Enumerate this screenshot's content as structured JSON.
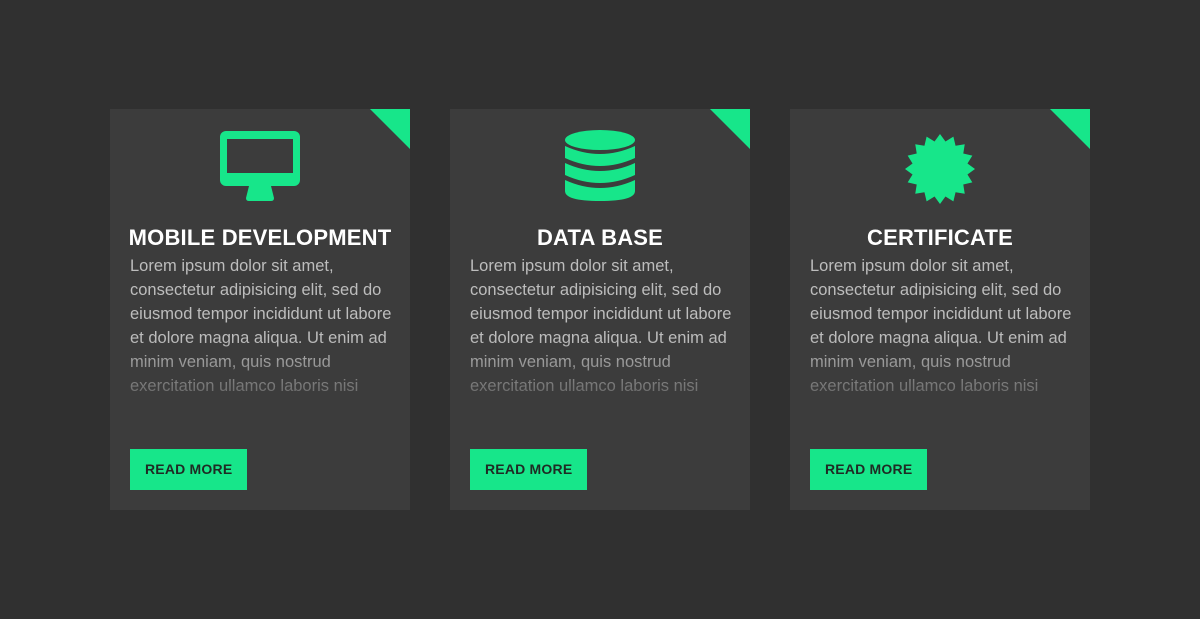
{
  "colors": {
    "background": "#303030",
    "card": "#3c3c3c",
    "accent": "#17e68a",
    "title": "#ffffff",
    "text": "#bdbdbd",
    "button_text": "#1f2b24"
  },
  "cards": [
    {
      "icon": "monitor-icon",
      "title": "MOBILE DEVELOPMENT",
      "description": "Lorem ipsum dolor sit amet, consectetur adipisicing elit, sed do eiusmod tempor incididunt ut labore et dolore magna aliqua. Ut enim ad minim veniam, quis nostrud exercitation ullamco laboris nisi",
      "button_label": "READ MORE"
    },
    {
      "icon": "database-icon",
      "title": "DATA BASE",
      "description": "Lorem ipsum dolor sit amet, consectetur adipisicing elit, sed do eiusmod tempor incididunt ut labore et dolore magna aliqua. Ut enim ad minim veniam, quis nostrud exercitation ullamco laboris nisi",
      "button_label": "READ MORE"
    },
    {
      "icon": "certificate-icon",
      "title": "CERTIFICATE",
      "description": "Lorem ipsum dolor sit amet, consectetur adipisicing elit, sed do eiusmod tempor incididunt ut labore et dolore magna aliqua. Ut enim ad minim veniam, quis nostrud exercitation ullamco laboris nisi",
      "button_label": "READ MORE"
    }
  ]
}
